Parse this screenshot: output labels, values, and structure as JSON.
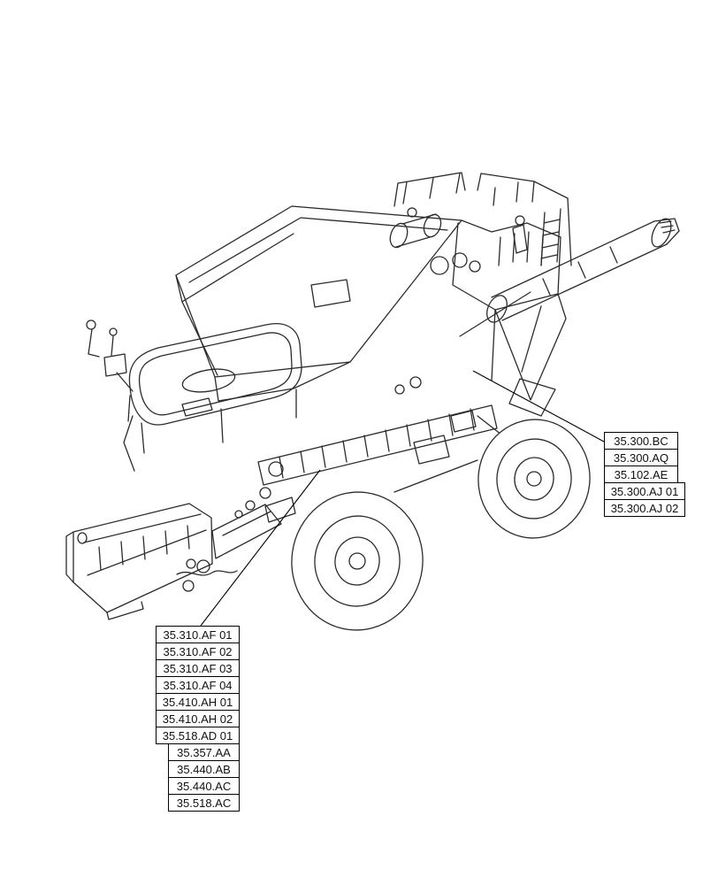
{
  "page": {
    "background": "#ffffff"
  },
  "drawing": {
    "subject": "combine-harvester-line-drawing",
    "stroke_color": "#2b2b2b",
    "leader_line_color": "#000000"
  },
  "callouts": {
    "right": [
      "35.300.BC",
      "35.300.AQ",
      "35.102.AE",
      "35.300.AJ 01",
      "35.300.AJ 02"
    ],
    "bottom_wide": [
      "35.310.AF 01",
      "35.310.AF 02",
      "35.310.AF 03",
      "35.310.AF 04",
      "35.410.AH 01",
      "35.410.AH 02",
      "35.518.AD 01"
    ],
    "bottom_narrow": [
      "35.357.AA",
      "35.440.AB",
      "35.440.AC",
      "35.518.AC"
    ]
  }
}
